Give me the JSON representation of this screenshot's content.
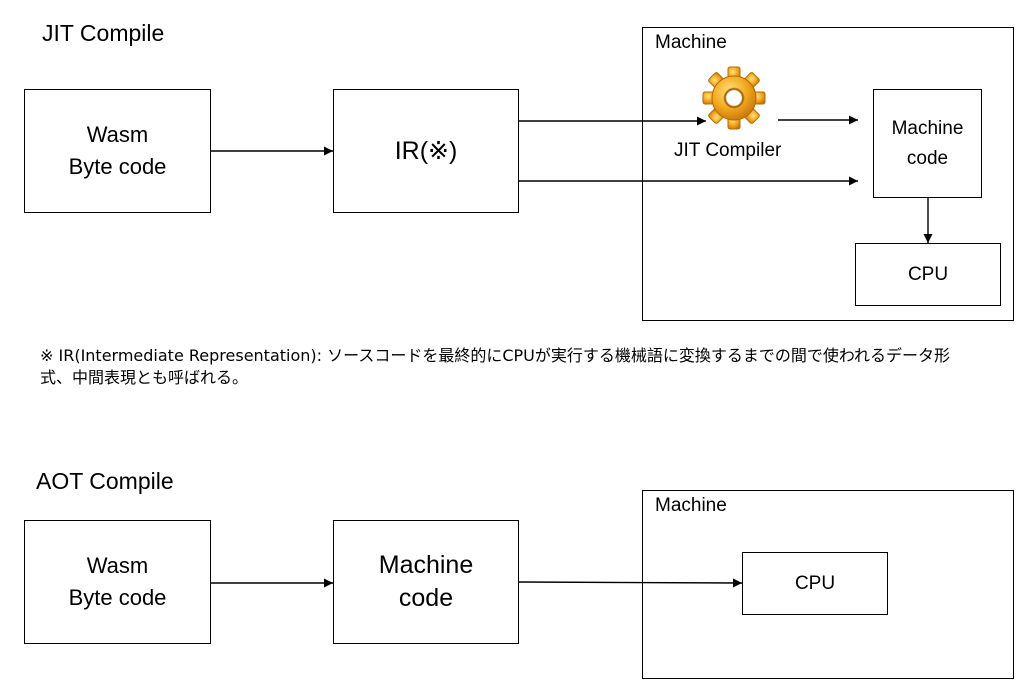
{
  "jit": {
    "title": "JIT Compile",
    "wasm": {
      "line1": "Wasm",
      "line2": "Byte code"
    },
    "ir": "IR(※)",
    "machine_title": "Machine",
    "compiler_label": "JIT Compiler",
    "machine_code": {
      "line1": "Machine",
      "line2": "code"
    },
    "cpu": "CPU"
  },
  "note": {
    "text": "※ IR(Intermediate Representation): ソースコードを最終的にCPUが実行する機械語に変換するまでの間で使われるデータ形式、中間表現とも呼ばれる。"
  },
  "aot": {
    "title": "AOT Compile",
    "wasm": {
      "line1": "Wasm",
      "line2": "Byte code"
    },
    "machine_code": {
      "line1": "Machine",
      "line2": "code"
    },
    "machine_title": "Machine",
    "cpu": "CPU"
  },
  "icons": {
    "compiler": "gear-icon"
  },
  "colors": {
    "gear": "#f0a21c",
    "gear_dark": "#c8740a",
    "stroke": "#000000"
  }
}
